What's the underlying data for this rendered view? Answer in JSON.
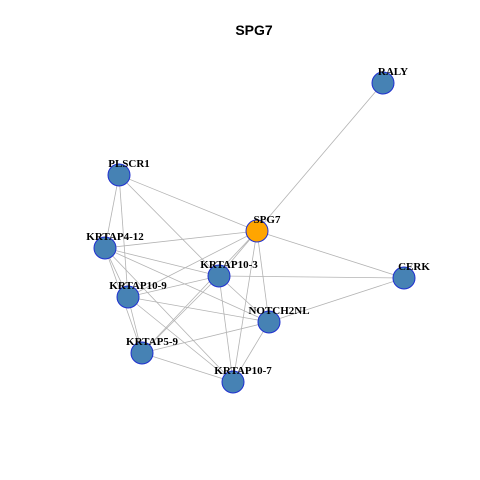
{
  "title": "SPG7",
  "colors": {
    "edge": "#b3b3b3",
    "node_fill": "#4682b4",
    "node_stroke": "#1f2fd0",
    "hub_fill": "#ffa500",
    "hub_stroke": "#1f2fd0"
  },
  "nodes": [
    {
      "id": "RALY",
      "label": "RALY",
      "hub": false
    },
    {
      "id": "PLSCR1",
      "label": "PLSCR1",
      "hub": false
    },
    {
      "id": "SPG7",
      "label": "SPG7",
      "hub": true
    },
    {
      "id": "KRTAP4-12",
      "label": "KRTAP4-12",
      "hub": false
    },
    {
      "id": "KRTAP10-3",
      "label": "KRTAP10-3",
      "hub": false
    },
    {
      "id": "CERK",
      "label": "CERK",
      "hub": false
    },
    {
      "id": "KRTAP10-9",
      "label": "KRTAP10-9",
      "hub": false
    },
    {
      "id": "NOTCH2NL",
      "label": "NOTCH2NL",
      "hub": false
    },
    {
      "id": "KRTAP5-9",
      "label": "KRTAP5-9",
      "hub": false
    },
    {
      "id": "KRTAP10-7",
      "label": "KRTAP10-7",
      "hub": false
    }
  ],
  "edges": [
    [
      "SPG7",
      "RALY"
    ],
    [
      "SPG7",
      "PLSCR1"
    ],
    [
      "SPG7",
      "KRTAP4-12"
    ],
    [
      "SPG7",
      "KRTAP10-3"
    ],
    [
      "SPG7",
      "CERK"
    ],
    [
      "SPG7",
      "KRTAP10-9"
    ],
    [
      "SPG7",
      "NOTCH2NL"
    ],
    [
      "SPG7",
      "KRTAP5-9"
    ],
    [
      "SPG7",
      "KRTAP10-7"
    ],
    [
      "PLSCR1",
      "KRTAP4-12"
    ],
    [
      "PLSCR1",
      "KRTAP10-9"
    ],
    [
      "PLSCR1",
      "KRTAP10-3"
    ],
    [
      "KRTAP4-12",
      "KRTAP10-3"
    ],
    [
      "KRTAP4-12",
      "KRTAP10-9"
    ],
    [
      "KRTAP4-12",
      "KRTAP5-9"
    ],
    [
      "KRTAP4-12",
      "NOTCH2NL"
    ],
    [
      "KRTAP4-12",
      "KRTAP10-7"
    ],
    [
      "KRTAP10-3",
      "KRTAP10-9"
    ],
    [
      "KRTAP10-3",
      "KRTAP5-9"
    ],
    [
      "KRTAP10-3",
      "NOTCH2NL"
    ],
    [
      "KRTAP10-3",
      "KRTAP10-7"
    ],
    [
      "KRTAP10-3",
      "CERK"
    ],
    [
      "KRTAP10-9",
      "KRTAP5-9"
    ],
    [
      "KRTAP10-9",
      "NOTCH2NL"
    ],
    [
      "KRTAP10-9",
      "KRTAP10-7"
    ],
    [
      "KRTAP5-9",
      "NOTCH2NL"
    ],
    [
      "KRTAP5-9",
      "KRTAP10-7"
    ],
    [
      "NOTCH2NL",
      "KRTAP10-7"
    ],
    [
      "NOTCH2NL",
      "CERK"
    ]
  ]
}
